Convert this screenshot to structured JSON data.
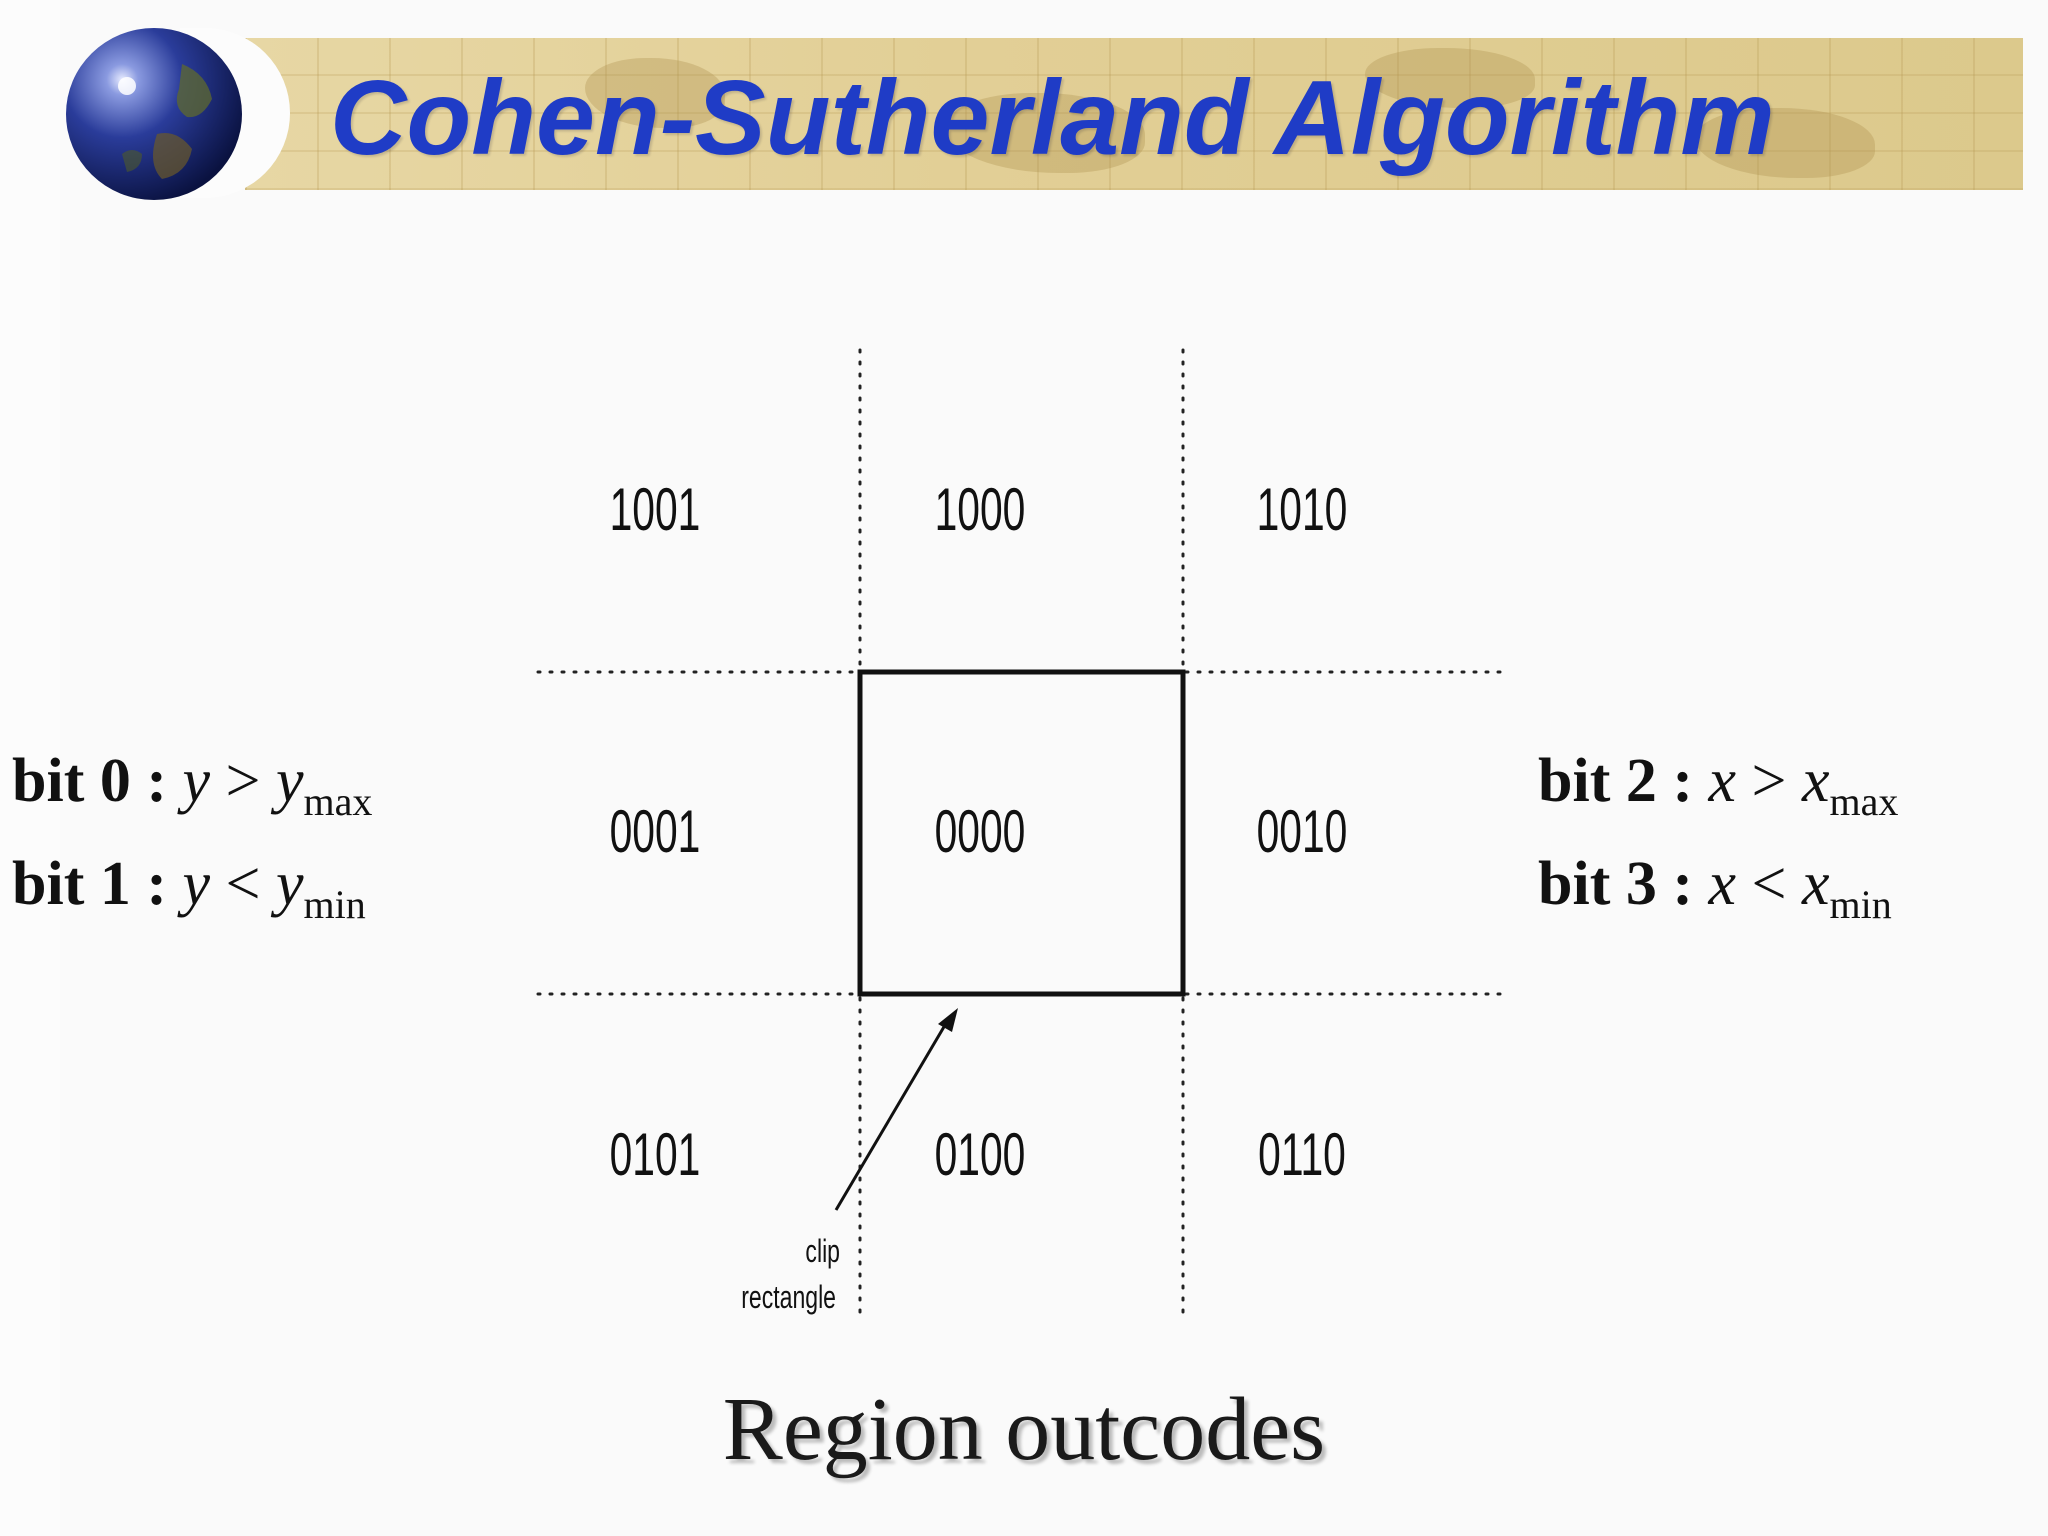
{
  "title": "Cohen-Sutherland Algorithm",
  "icons": {
    "logo": "globe-icon"
  },
  "regions": [
    {
      "code": "1001",
      "row": 0,
      "col": 0
    },
    {
      "code": "1000",
      "row": 0,
      "col": 1
    },
    {
      "code": "1010",
      "row": 0,
      "col": 2
    },
    {
      "code": "0001",
      "row": 1,
      "col": 0
    },
    {
      "code": "0000",
      "row": 1,
      "col": 1
    },
    {
      "code": "0010",
      "row": 1,
      "col": 2
    },
    {
      "code": "0101",
      "row": 2,
      "col": 0
    },
    {
      "code": "0100",
      "row": 2,
      "col": 1
    },
    {
      "code": "0110",
      "row": 2,
      "col": 2
    }
  ],
  "clip_label": {
    "line1": "clip",
    "line2": "rectangle"
  },
  "conditions": {
    "bit0": {
      "label": "bit 0 :",
      "lhs": "y",
      "op": ">",
      "rhs": "y",
      "sub": "max"
    },
    "bit1": {
      "label": "bit 1 :",
      "lhs": "y",
      "op": "<",
      "rhs": "y",
      "sub": "min"
    },
    "bit2": {
      "label": "bit 2 :",
      "lhs": "x",
      "op": ">",
      "rhs": "x",
      "sub": "max"
    },
    "bit3": {
      "label": "bit 3 :",
      "lhs": "x",
      "op": "<",
      "rhs": "x",
      "sub": "min"
    }
  },
  "caption": "Region outcodes",
  "colors": {
    "title": "#1f3cc6",
    "banner": "#e2cf96",
    "text": "#111111"
  }
}
